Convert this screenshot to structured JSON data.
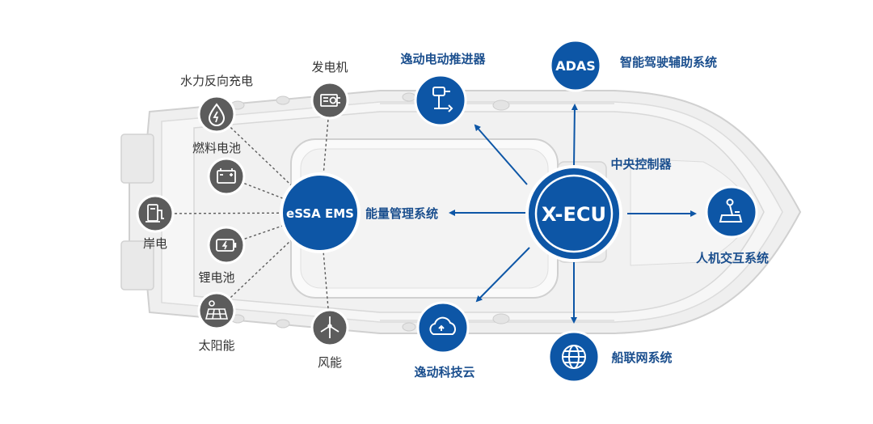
{
  "colors": {
    "blue": "#0d56a6",
    "blue_text": "#1b4f8e",
    "gray_node": "#5c5c5c",
    "gray_text": "#333333",
    "boat_fill": "#eeeeee",
    "boat_line": "#d6d6d6"
  },
  "ems": {
    "label": "eSSA EMS",
    "caption": "能量管理系统"
  },
  "ecu": {
    "label": "X-ECU",
    "caption": "中央控制器"
  },
  "energy_sources": [
    {
      "id": "hydro",
      "label": "水力反向充电",
      "icon": "water-drop-bolt-icon"
    },
    {
      "id": "generator",
      "label": "发电机",
      "icon": "generator-icon"
    },
    {
      "id": "fuel-cell",
      "label": "燃料电池",
      "icon": "fuel-cell-battery-icon"
    },
    {
      "id": "shore",
      "label": "岸电",
      "icon": "charging-station-icon"
    },
    {
      "id": "lithium",
      "label": "锂电池",
      "icon": "battery-bolt-icon"
    },
    {
      "id": "solar",
      "label": "太阳能",
      "icon": "solar-panel-icon"
    },
    {
      "id": "wind",
      "label": "风能",
      "icon": "wind-turbine-icon"
    }
  ],
  "subsystems": [
    {
      "id": "propulsion",
      "label": "逸动电动推进器",
      "icon": "outboard-motor-icon"
    },
    {
      "id": "adas",
      "label": "智能驾驶辅助系统",
      "icon_text": "ADAS"
    },
    {
      "id": "hmi",
      "label": "人机交互系统",
      "icon": "joystick-icon"
    },
    {
      "id": "cloud",
      "label": "逸动科技云",
      "icon": "cloud-icon"
    },
    {
      "id": "iot",
      "label": "船联网系统",
      "icon": "globe-icon"
    }
  ]
}
